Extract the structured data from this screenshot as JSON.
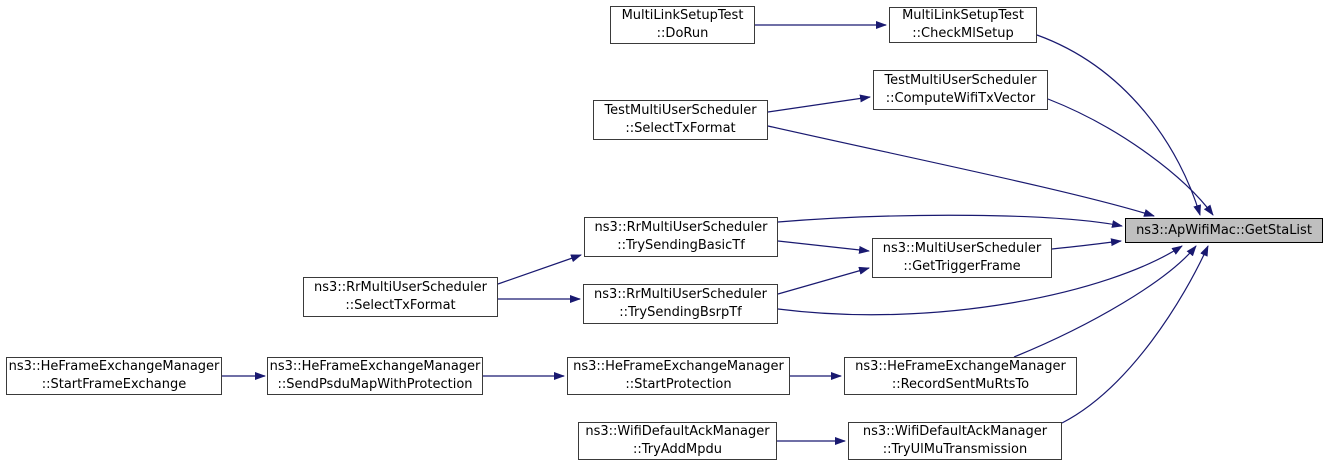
{
  "diagram": {
    "kind": "doxygen-call-graph",
    "target_function": "ns3::ApWifiMac::GetStaList",
    "colors": {
      "edge": "#191970",
      "node_background": "#ffffff",
      "node_border": "#3a3a3a",
      "target_background": "#bfbfbf",
      "target_border": "#000000",
      "text": "#000000"
    }
  },
  "nodes": {
    "dorun": {
      "label": "MultiLinkSetupTest\n::DoRun"
    },
    "checkmlsetup": {
      "label": "MultiLinkSetupTest\n::CheckMlSetup"
    },
    "test_selecttxformat": {
      "label": "TestMultiUserScheduler\n::SelectTxFormat"
    },
    "computewifitxvector": {
      "label": "TestMultiUserScheduler\n::ComputeWifiTxVector"
    },
    "rr_selecttxformat": {
      "label": "ns3::RrMultiUserScheduler\n::SelectTxFormat"
    },
    "trysendingbasictf": {
      "label": "ns3::RrMultiUserScheduler\n::TrySendingBasicTf"
    },
    "trysendingbsrptf": {
      "label": "ns3::RrMultiUserScheduler\n::TrySendingBsrpTf"
    },
    "gettriggerframe": {
      "label": "ns3::MultiUserScheduler\n::GetTriggerFrame"
    },
    "startframeexchange": {
      "label": "ns3::HeFrameExchangeManager\n::StartFrameExchange"
    },
    "sendpsdumapwithprotection": {
      "label": "ns3::HeFrameExchangeManager\n::SendPsduMapWithProtection"
    },
    "startprotection": {
      "label": "ns3::HeFrameExchangeManager\n::StartProtection"
    },
    "recordsentmurtsto": {
      "label": "ns3::HeFrameExchangeManager\n::RecordSentMuRtsTo"
    },
    "tryaddmpdu": {
      "label": "ns3::WifiDefaultAckManager\n::TryAddMpdu"
    },
    "tryulmutransmission": {
      "label": "ns3::WifiDefaultAckManager\n::TryUlMuTransmission"
    },
    "getstalist": {
      "label": "ns3::ApWifiMac::GetStaList"
    }
  },
  "edges": [
    {
      "from": "MultiLinkSetupTest::DoRun",
      "to": "MultiLinkSetupTest::CheckMlSetup"
    },
    {
      "from": "MultiLinkSetupTest::CheckMlSetup",
      "to": "ns3::ApWifiMac::GetStaList"
    },
    {
      "from": "TestMultiUserScheduler::SelectTxFormat",
      "to": "TestMultiUserScheduler::ComputeWifiTxVector"
    },
    {
      "from": "TestMultiUserScheduler::ComputeWifiTxVector",
      "to": "ns3::ApWifiMac::GetStaList"
    },
    {
      "from": "TestMultiUserScheduler::SelectTxFormat",
      "to": "ns3::ApWifiMac::GetStaList"
    },
    {
      "from": "ns3::RrMultiUserScheduler::SelectTxFormat",
      "to": "ns3::RrMultiUserScheduler::TrySendingBasicTf"
    },
    {
      "from": "ns3::RrMultiUserScheduler::SelectTxFormat",
      "to": "ns3::RrMultiUserScheduler::TrySendingBsrpTf"
    },
    {
      "from": "ns3::RrMultiUserScheduler::TrySendingBasicTf",
      "to": "ns3::MultiUserScheduler::GetTriggerFrame"
    },
    {
      "from": "ns3::RrMultiUserScheduler::TrySendingBasicTf",
      "to": "ns3::ApWifiMac::GetStaList"
    },
    {
      "from": "ns3::RrMultiUserScheduler::TrySendingBsrpTf",
      "to": "ns3::MultiUserScheduler::GetTriggerFrame"
    },
    {
      "from": "ns3::RrMultiUserScheduler::TrySendingBsrpTf",
      "to": "ns3::ApWifiMac::GetStaList"
    },
    {
      "from": "ns3::MultiUserScheduler::GetTriggerFrame",
      "to": "ns3::ApWifiMac::GetStaList"
    },
    {
      "from": "ns3::HeFrameExchangeManager::StartFrameExchange",
      "to": "ns3::HeFrameExchangeManager::SendPsduMapWithProtection"
    },
    {
      "from": "ns3::HeFrameExchangeManager::SendPsduMapWithProtection",
      "to": "ns3::HeFrameExchangeManager::StartProtection"
    },
    {
      "from": "ns3::HeFrameExchangeManager::StartProtection",
      "to": "ns3::HeFrameExchangeManager::RecordSentMuRtsTo"
    },
    {
      "from": "ns3::HeFrameExchangeManager::RecordSentMuRtsTo",
      "to": "ns3::ApWifiMac::GetStaList"
    },
    {
      "from": "ns3::WifiDefaultAckManager::TryAddMpdu",
      "to": "ns3::WifiDefaultAckManager::TryUlMuTransmission"
    },
    {
      "from": "ns3::WifiDefaultAckManager::TryUlMuTransmission",
      "to": "ns3::ApWifiMac::GetStaList"
    }
  ]
}
